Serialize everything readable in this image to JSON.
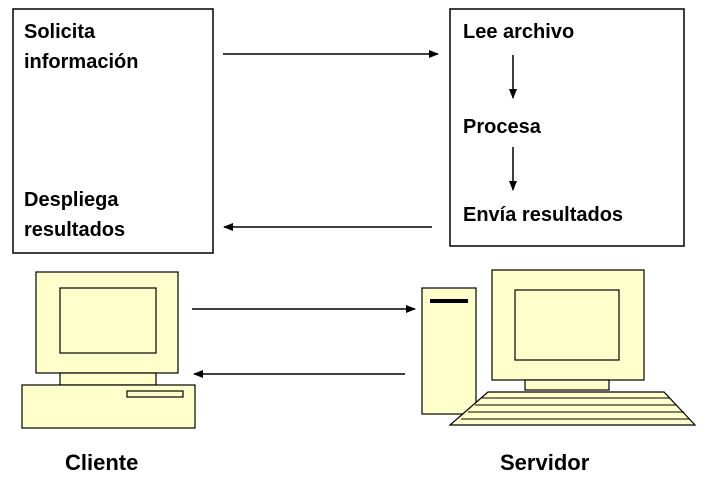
{
  "client_box": {
    "request_line1": "Solicita",
    "request_line2": "información",
    "display_line1": "Despliega",
    "display_line2": "resultados"
  },
  "server_box": {
    "step_read": "Lee archivo",
    "step_process": "Procesa",
    "step_send": "Envía resultados"
  },
  "labels": {
    "client": "Cliente",
    "server": "Servidor"
  },
  "colors": {
    "computer_fill": "#FFFFCC",
    "screen_fill": "#FFFFCC",
    "stroke": "#000000",
    "drive_slot": "#000000"
  },
  "icons": {
    "client_computer": "desktop-computer-icon",
    "server_computer": "tower-server-computer-icon"
  }
}
